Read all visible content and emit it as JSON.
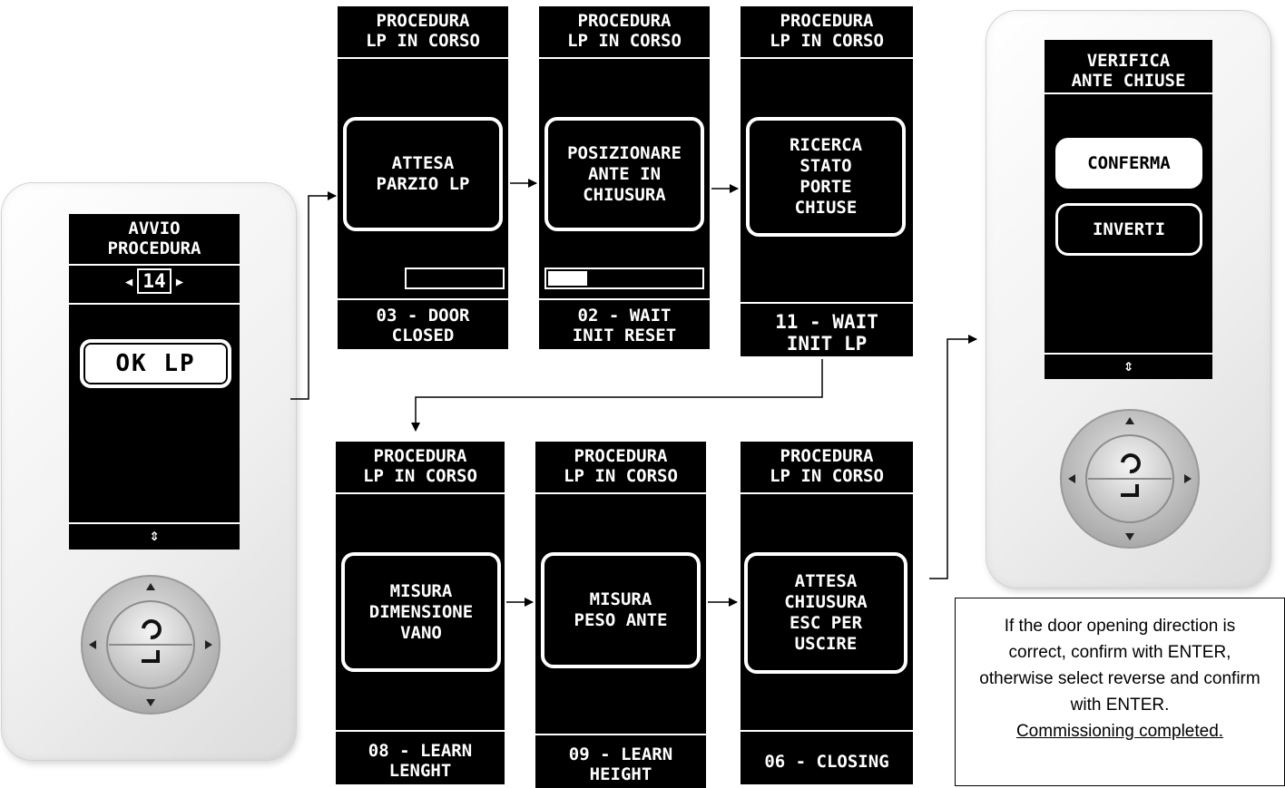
{
  "start_panel": {
    "title": "AVVIO\nPROCEDURA",
    "selector_value": "14",
    "button_label": "OK LP",
    "scroll_glyph": "⇕"
  },
  "steps_row1": [
    {
      "title": "PROCEDURA\nLP IN CORSO",
      "message": "ATTESA\nPARZIO LP",
      "progress": 0.0,
      "status": "03 - DOOR\nCLOSED"
    },
    {
      "title": "PROCEDURA\nLP IN CORSO",
      "message": "POSIZIONARE\nANTE IN\nCHIUSURA",
      "progress": 0.25,
      "status": "02 - WAIT\nINIT RESET"
    },
    {
      "title": "PROCEDURA\nLP IN CORSO",
      "message": "RICERCA\nSTATO\nPORTE\nCHIUSE",
      "status": "11 - WAIT\nINIT LP"
    }
  ],
  "steps_row2": [
    {
      "title": "PROCEDURA\nLP IN CORSO",
      "message": "MISURA\nDIMENSIONE\nVANO",
      "status": "08 - LEARN\nLENGHT"
    },
    {
      "title": "PROCEDURA\nLP IN CORSO",
      "message": "MISURA\nPESO ANTE",
      "status": "09 - LEARN\nHEIGHT"
    },
    {
      "title": "PROCEDURA\nLP IN CORSO",
      "message": "ATTESA\nCHIUSURA\nESC PER\nUSCIRE",
      "status": "06 - CLOSING"
    }
  ],
  "final_panel": {
    "title": "VERIFICA\nANTE CHIUSE",
    "option_confirm": "CONFERMA",
    "option_invert": "INVERTI",
    "scroll_glyph": "⇕"
  },
  "note": {
    "text": "If the door opening direction is correct, confirm with ENTER, otherwise select reverse and confirm with ENTER.",
    "footer": "Commissioning completed."
  },
  "colors": {
    "screen": "#000000",
    "device_body": "#f2f2f2",
    "keypad": "#c4c4c4",
    "arrows": "#000000"
  },
  "icons": [
    "back-icon",
    "enter-icon",
    "up-arrow-icon",
    "down-arrow-icon",
    "left-arrow-icon",
    "right-arrow-icon",
    "scroll-updown-icon"
  ]
}
